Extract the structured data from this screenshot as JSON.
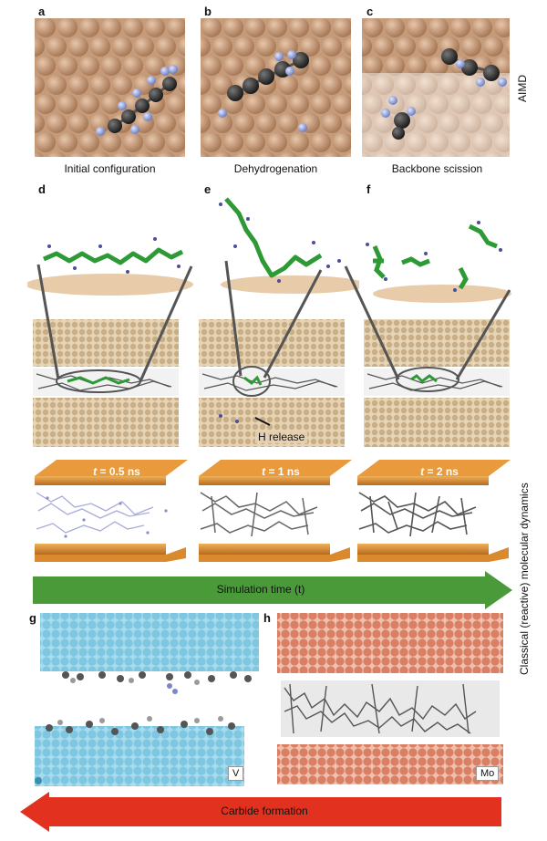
{
  "panels": {
    "a": {
      "label": "a",
      "caption": "Initial configuration"
    },
    "b": {
      "label": "b",
      "caption": "Dehydrogenation"
    },
    "c": {
      "label": "c",
      "caption": "Backbone scission"
    },
    "d": {
      "label": "d"
    },
    "e": {
      "label": "e",
      "annotation": "H release"
    },
    "f": {
      "label": "f"
    },
    "g": {
      "label": "g",
      "element": "V"
    },
    "h": {
      "label": "h",
      "element": "Mo"
    }
  },
  "side_labels": {
    "aimd": "AIMD",
    "classical": "Classical (reactive) molecular dynamics"
  },
  "time_labels": [
    {
      "var": "t",
      "rest": " = 0.5 ns"
    },
    {
      "var": "t",
      "rest": " = 1 ns"
    },
    {
      "var": "t",
      "rest": " = 2 ns"
    }
  ],
  "arrows": {
    "simulation": "Simulation time (t)",
    "carbide": "Carbide formation"
  },
  "colors": {
    "copper_atom": "#c9a181",
    "metal_slab": "#e0c9a4",
    "polymer_green": "#2e9a36",
    "orange_slab": "#e89a3c",
    "vanadium": "#8fd0e6",
    "molybdenum": "#e09275",
    "green_arrow": "#4a9a3a",
    "red_arrow": "#e2311f"
  }
}
